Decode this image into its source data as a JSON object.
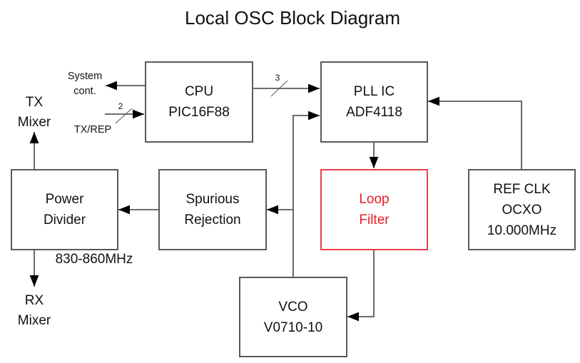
{
  "title": "Local OSC Block Diagram",
  "blocks": {
    "cpu": {
      "line1": "CPU",
      "line2": "PIC16F88"
    },
    "pll": {
      "line1": "PLL IC",
      "line2": "ADF4118"
    },
    "power_divider": {
      "line1": "Power",
      "line2": "Divider"
    },
    "spurious": {
      "line1": "Spurious",
      "line2": "Rejection"
    },
    "loop_filter": {
      "line1": "Loop",
      "line2": "Filter",
      "color": "#e41e26"
    },
    "ref_clk": {
      "line1": "REF CLK",
      "line2": "OCXO",
      "line3": "10.000MHz"
    },
    "vco": {
      "line1": "VCO",
      "line2": "V0710-10"
    }
  },
  "labels": {
    "system_cont_1": "System",
    "system_cont_2": "cont.",
    "tx_rep": "TX/REP",
    "bus_cpu_in": "2",
    "bus_cpu_pll": "3",
    "tx_mixer_1": "TX",
    "tx_mixer_2": "Mixer",
    "rx_mixer_1": "RX",
    "rx_mixer_2": "Mixer",
    "freq_range": "830-860MHz"
  },
  "colors": {
    "line": "#595959",
    "accent": "#e41e26"
  }
}
